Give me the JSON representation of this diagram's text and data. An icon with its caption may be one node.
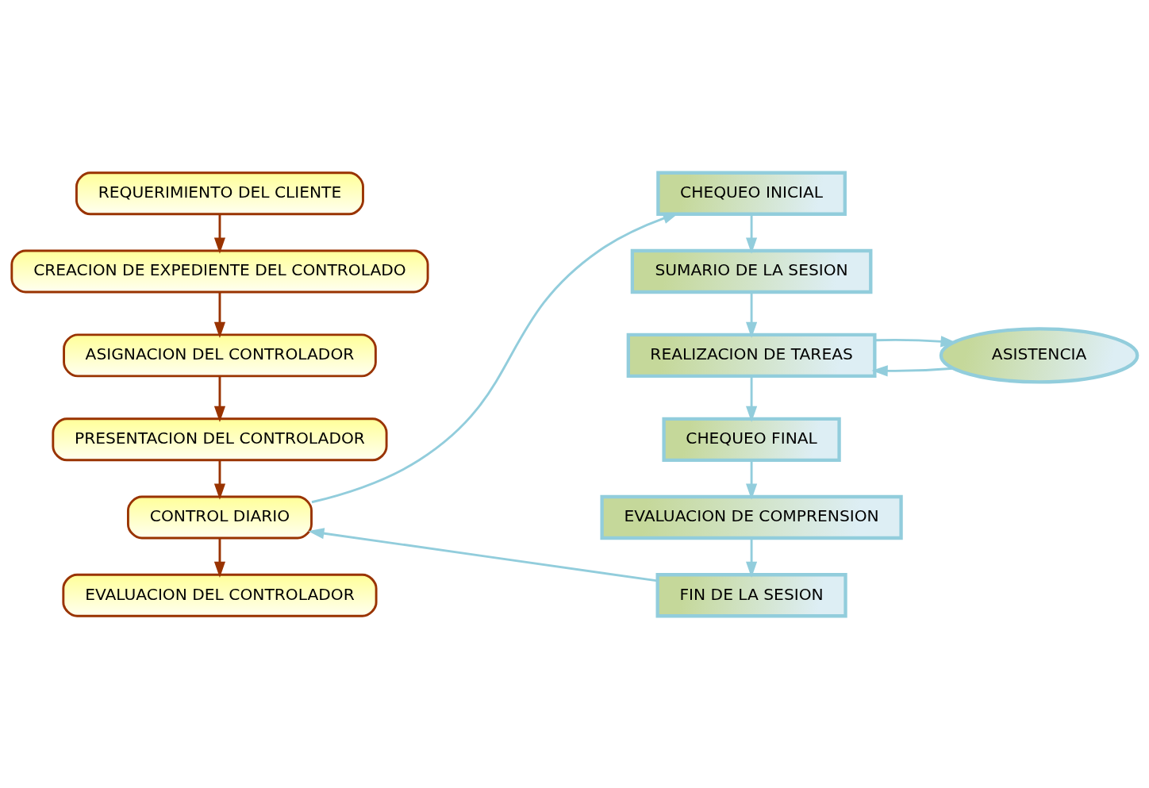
{
  "diagram": {
    "nodes": [
      {
        "text": [
          "REQUERIMIENTO DEL CLIENTE"
        ]
      },
      {
        "text": [
          "CREACION DE EXPEDIENTE DEL CONTROLADO"
        ]
      },
      {
        "text": [
          "ASIGNACION DEL CONTROLADOR"
        ]
      },
      {
        "text": [
          "PRESENTACION DEL CONTROLADOR"
        ]
      },
      {
        "text": [
          "CONTROL DIARIO"
        ]
      },
      {
        "text": [
          "EVALUACION DEL CONTROLADOR"
        ]
      },
      {
        "text": [
          "CHEQUEO INICIAL"
        ]
      },
      {
        "text": [
          "SUMARIO DE LA SESION"
        ]
      },
      {
        "text": [
          "ASISTENCIA"
        ]
      },
      {
        "text": [
          "REALIZACION DE TAREAS"
        ]
      },
      {
        "text": [
          "CHEQUEO FINAL"
        ]
      },
      {
        "text": [
          "EVALUACION DE COMPRENSION"
        ]
      },
      {
        "text": [
          "FIN DE LA SESION"
        ]
      }
    ],
    "edges": [
      {
        "from": 0,
        "to": 1,
        "arrow": "to",
        "color": "#993300"
      },
      {
        "from": 1,
        "to": 2,
        "arrow": "to",
        "color": "#993300"
      },
      {
        "from": 2,
        "to": 3,
        "arrow": "to",
        "color": "#993300"
      },
      {
        "from": 3,
        "to": 4,
        "arrow": "to",
        "color": "#993300"
      },
      {
        "from": 4,
        "to": 5,
        "arrow": "to",
        "color": "#993300"
      },
      {
        "from": 4,
        "to": 6,
        "arrow": "to"
      },
      {
        "from": 6,
        "to": 7,
        "arrow": "to"
      },
      {
        "from": 7,
        "to": 9,
        "arrow": "to"
      },
      {
        "from": 8,
        "to": 9,
        "arrow": "to"
      },
      {
        "from": 9,
        "to": 8,
        "arrow": "to"
      },
      {
        "from": 9,
        "to": 10,
        "arrow": "to"
      },
      {
        "from": 10,
        "to": 11,
        "arrow": "to"
      },
      {
        "from": 11,
        "to": 12,
        "arrow": "to"
      },
      {
        "from": 12,
        "to": 4,
        "arrow": "to"
      }
    ]
  }
}
